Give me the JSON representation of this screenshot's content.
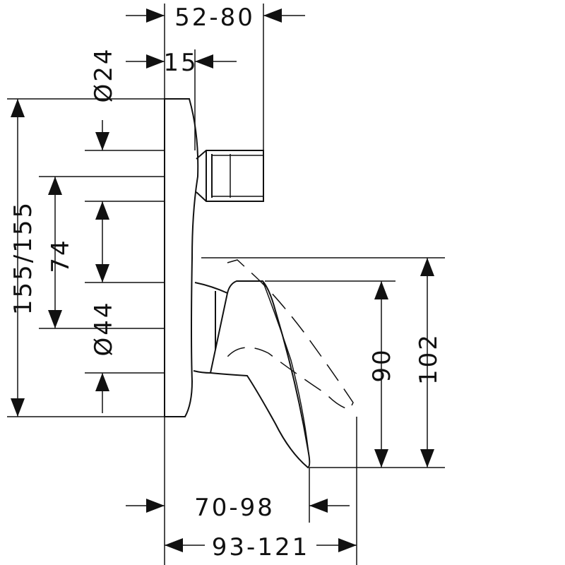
{
  "dimensions": {
    "projection": "52-80",
    "stem_offset": "15",
    "diameter_24": "Ø24",
    "plate_height": "155/155",
    "offset_74": "74",
    "diameter_44": "Ø44",
    "spout_height_90": "90",
    "total_height_102": "102",
    "spout_reach_70_98": "70-98",
    "total_reach_93_121": "93-121"
  }
}
